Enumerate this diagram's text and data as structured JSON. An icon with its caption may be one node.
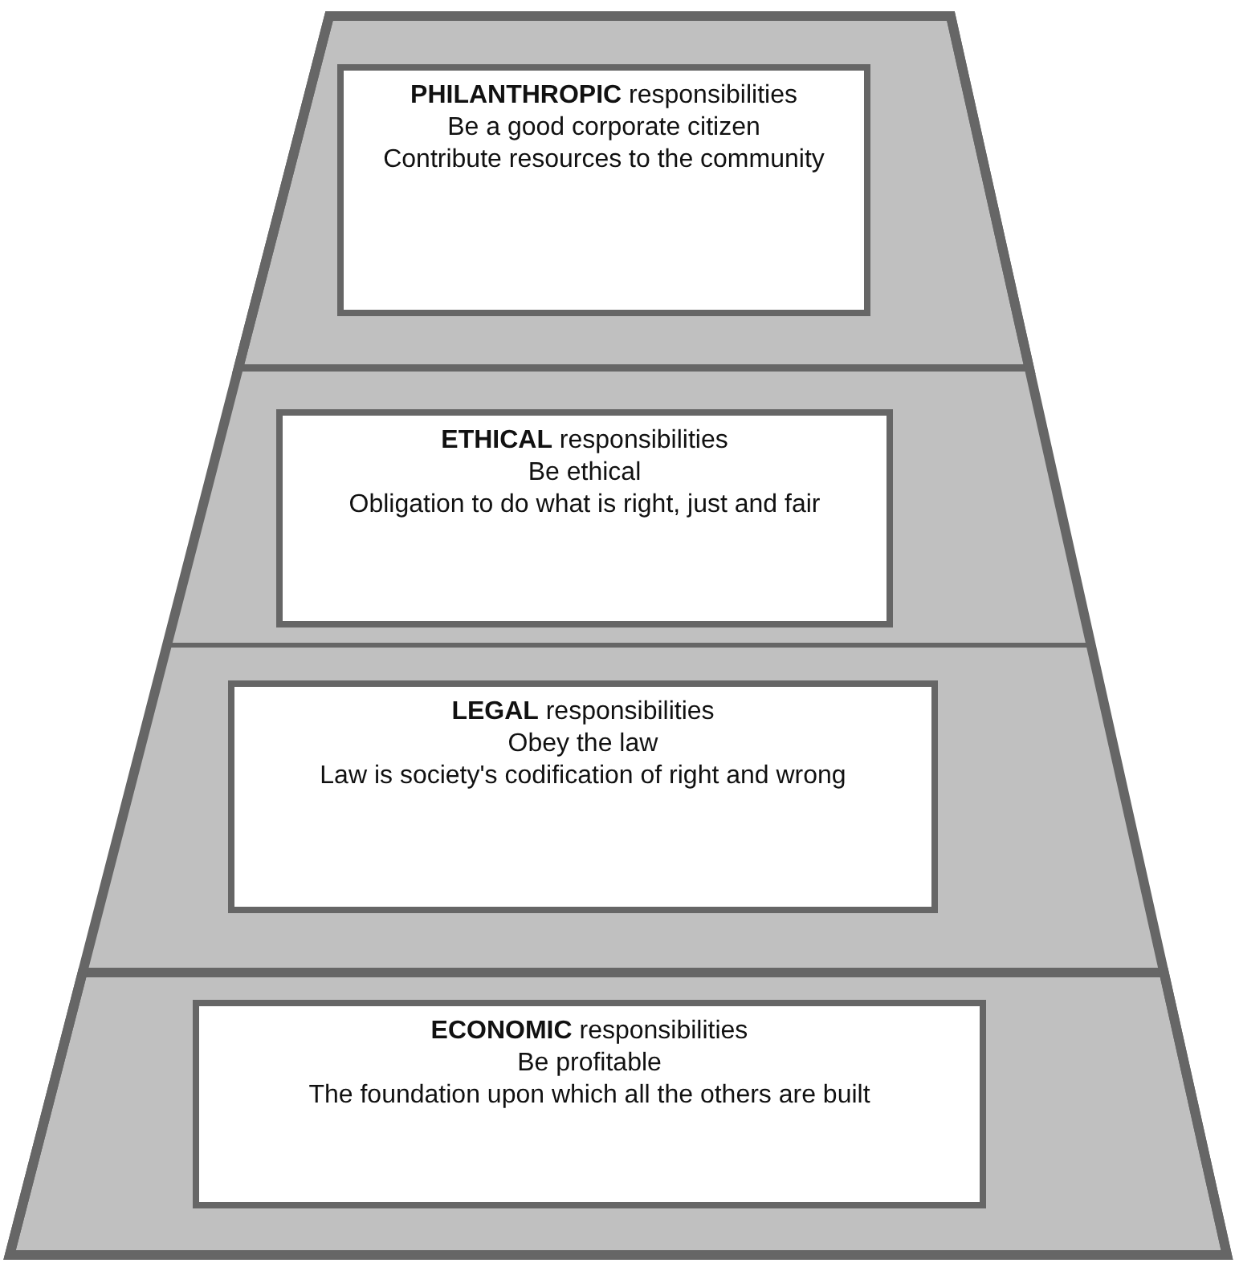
{
  "diagram": {
    "nodes": [
      {
        "text": [
          "**PHILANTHROPIC** responsibilities",
          "Be a good corporate citizen",
          "Contribute resources to the community"
        ]
      },
      {
        "text": [
          "**ETHICAL** responsibilities",
          "Be ethical",
          "Obligation to do what is right, just and fair"
        ]
      },
      {
        "text": [
          "**LEGAL** responsibilities",
          "Obey the law",
          "Law is society's codification of right and wrong"
        ]
      },
      {
        "text": [
          "**ECONOMIC** responsibilities",
          "Be profitable",
          "The foundation upon which all the others are built"
        ]
      }
    ]
  }
}
